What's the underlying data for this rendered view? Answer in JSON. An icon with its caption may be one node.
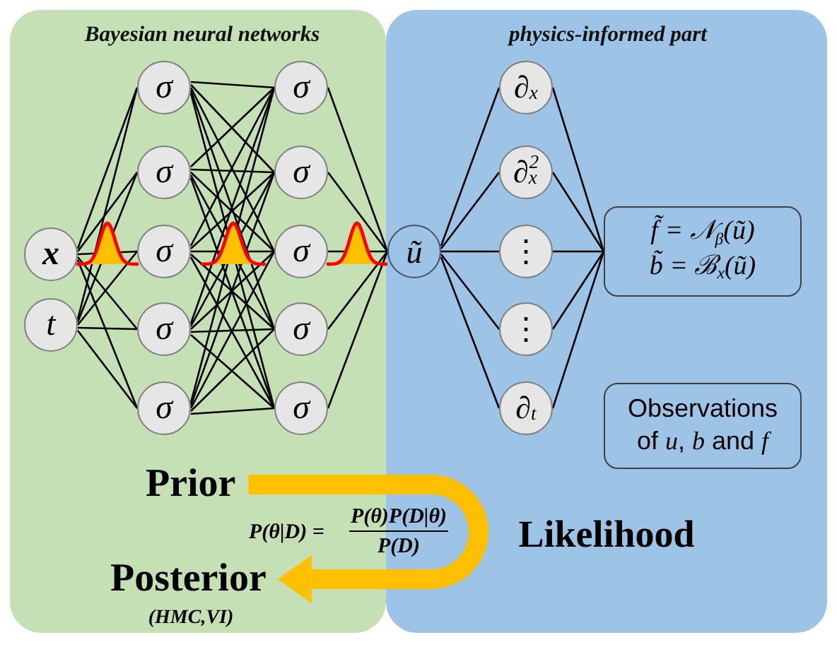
{
  "diagram": {
    "nodes": [
      {
        "text": [
          "Bayesian neural networks"
        ]
      },
      {
        "text": [
          "x"
        ],
        "in": 0
      },
      {
        "text": [
          "t"
        ],
        "in": 0
      },
      {
        "text": [
          "σ"
        ],
        "in": 0
      },
      {
        "text": [
          "σ"
        ],
        "in": 0
      },
      {
        "text": [
          "σ"
        ],
        "in": 0
      },
      {
        "text": [
          "σ"
        ],
        "in": 0
      },
      {
        "text": [
          "σ"
        ],
        "in": 0
      },
      {
        "text": [
          "σ"
        ],
        "in": 0
      },
      {
        "text": [
          "σ"
        ],
        "in": 0
      },
      {
        "text": [
          "σ"
        ],
        "in": 0
      },
      {
        "text": [
          "σ"
        ],
        "in": 0
      },
      {
        "text": [
          "σ"
        ],
        "in": 0
      },
      {
        "text": [
          "Prior"
        ],
        "in": 0
      },
      {
        "text": [
          "Posterior"
        ],
        "in": 0,
        "beside": [
          "(HMC,VI)"
        ]
      },
      {
        "text": [
          "physics-informed part"
        ]
      },
      {
        "text": [
          "ũ"
        ],
        "in": 15
      },
      {
        "text": [
          "∂$_{x}$"
        ],
        "in": 15
      },
      {
        "text": [
          "∂$_{x}$$^{2}$"
        ],
        "in": 15
      },
      {
        "text": [
          "⋮"
        ],
        "in": 15
      },
      {
        "text": [
          "⋮"
        ],
        "in": 15
      },
      {
        "text": [
          "∂$_{t}$"
        ],
        "in": 15
      },
      {
        "text": [
          "f̃ = 𝒩$_{β}$(ũ)",
          "b̃ = ℬ$_{x}$(ũ)"
        ],
        "in": 15
      },
      {
        "text": [
          "Observations of *u*, *b* and *f*"
        ],
        "in": 15
      }
    ],
    "edges": [
      {
        "from": 1,
        "to": 3,
        "arrow": "none"
      },
      {
        "from": 1,
        "to": 4,
        "arrow": "none"
      },
      {
        "from": 1,
        "to": 5,
        "arrow": "none"
      },
      {
        "from": 1,
        "to": 6,
        "arrow": "none"
      },
      {
        "from": 1,
        "to": 7,
        "arrow": "none"
      },
      {
        "from": 2,
        "to": 3,
        "arrow": "none"
      },
      {
        "from": 2,
        "to": 4,
        "arrow": "none"
      },
      {
        "from": 2,
        "to": 5,
        "arrow": "none"
      },
      {
        "from": 2,
        "to": 6,
        "arrow": "none"
      },
      {
        "from": 2,
        "to": 7,
        "arrow": "none"
      },
      {
        "from": 3,
        "to": 8,
        "arrow": "none"
      },
      {
        "from": 3,
        "to": 9,
        "arrow": "none"
      },
      {
        "from": 3,
        "to": 10,
        "arrow": "none"
      },
      {
        "from": 3,
        "to": 11,
        "arrow": "none"
      },
      {
        "from": 3,
        "to": 12,
        "arrow": "none"
      },
      {
        "from": 4,
        "to": 8,
        "arrow": "none"
      },
      {
        "from": 4,
        "to": 9,
        "arrow": "none"
      },
      {
        "from": 4,
        "to": 10,
        "arrow": "none"
      },
      {
        "from": 4,
        "to": 11,
        "arrow": "none"
      },
      {
        "from": 4,
        "to": 12,
        "arrow": "none"
      },
      {
        "from": 5,
        "to": 8,
        "arrow": "none"
      },
      {
        "from": 5,
        "to": 9,
        "arrow": "none"
      },
      {
        "from": 5,
        "to": 10,
        "arrow": "none"
      },
      {
        "from": 5,
        "to": 11,
        "arrow": "none"
      },
      {
        "from": 5,
        "to": 12,
        "arrow": "none"
      },
      {
        "from": 6,
        "to": 8,
        "arrow": "none"
      },
      {
        "from": 6,
        "to": 9,
        "arrow": "none"
      },
      {
        "from": 6,
        "to": 10,
        "arrow": "none"
      },
      {
        "from": 6,
        "to": 11,
        "arrow": "none"
      },
      {
        "from": 6,
        "to": 12,
        "arrow": "none"
      },
      {
        "from": 7,
        "to": 8,
        "arrow": "none"
      },
      {
        "from": 7,
        "to": 9,
        "arrow": "none"
      },
      {
        "from": 7,
        "to": 10,
        "arrow": "none"
      },
      {
        "from": 7,
        "to": 11,
        "arrow": "none"
      },
      {
        "from": 7,
        "to": 12,
        "arrow": "none"
      },
      {
        "from": 8,
        "to": 16,
        "arrow": "none"
      },
      {
        "from": 9,
        "to": 16,
        "arrow": "none"
      },
      {
        "from": 10,
        "to": 16,
        "arrow": "none"
      },
      {
        "from": 11,
        "to": 16,
        "arrow": "none"
      },
      {
        "from": 12,
        "to": 16,
        "arrow": "none"
      },
      {
        "from": 16,
        "to": 17,
        "arrow": "none"
      },
      {
        "from": 16,
        "to": 18,
        "arrow": "none"
      },
      {
        "from": 16,
        "to": 19,
        "arrow": "none"
      },
      {
        "from": 16,
        "to": 20,
        "arrow": "none"
      },
      {
        "from": 16,
        "to": 21,
        "arrow": "none"
      },
      {
        "from": 17,
        "to": 22,
        "arrow": "none"
      },
      {
        "from": 18,
        "to": 22,
        "arrow": "none"
      },
      {
        "from": 19,
        "to": 22,
        "arrow": "none"
      },
      {
        "from": 20,
        "to": 22,
        "arrow": "none"
      },
      {
        "from": 21,
        "to": 22,
        "arrow": "none"
      },
      {
        "from": 13,
        "to": 14,
        "arrow": "to",
        "style": "thick",
        "color": "#ffc000"
      }
    ],
    "labels": [
      "P(θ|D) =",
      "P(θ)P(D|θ)",
      "P(D)",
      "Likelihood"
    ]
  }
}
